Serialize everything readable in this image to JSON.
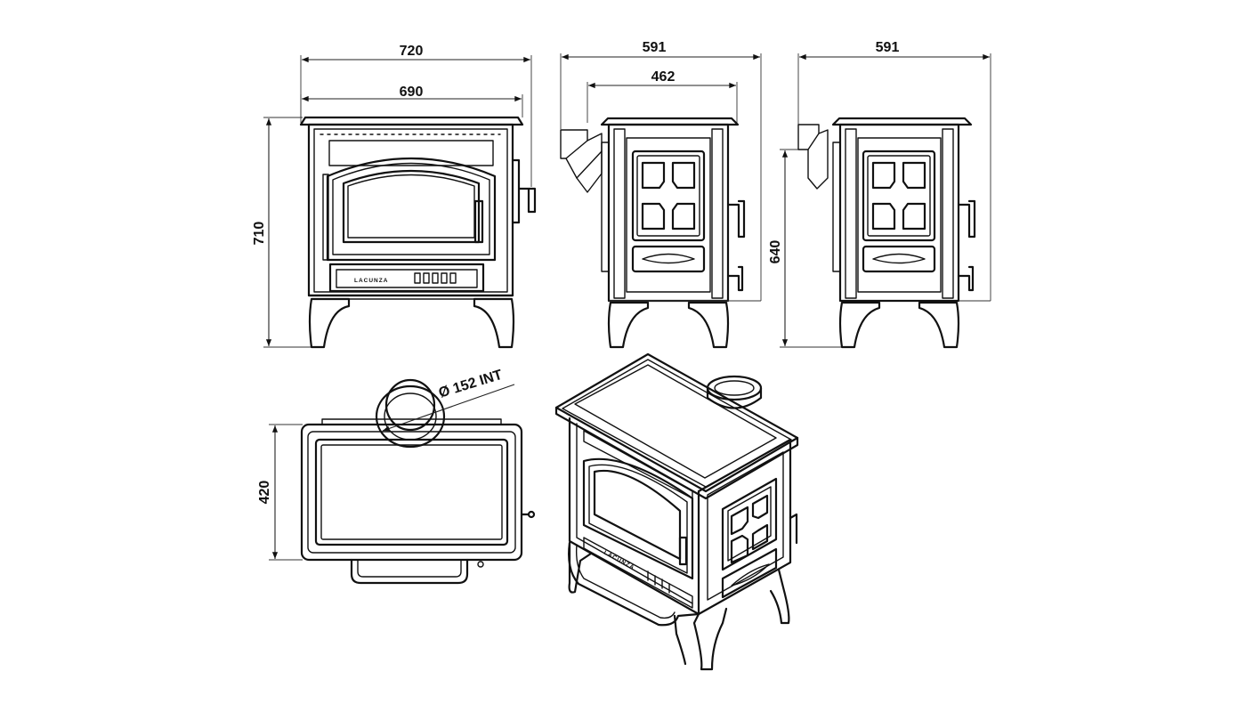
{
  "dimensions": {
    "front_total_width": "720",
    "front_body_width": "690",
    "front_height": "710",
    "side_total_depth": "591",
    "side_body_depth": "462",
    "rear_total_depth": "591",
    "rear_flue_height": "640",
    "top_depth": "420",
    "flue_diameter": "Ø 152 INT"
  },
  "brand_label": "LACUNZA"
}
